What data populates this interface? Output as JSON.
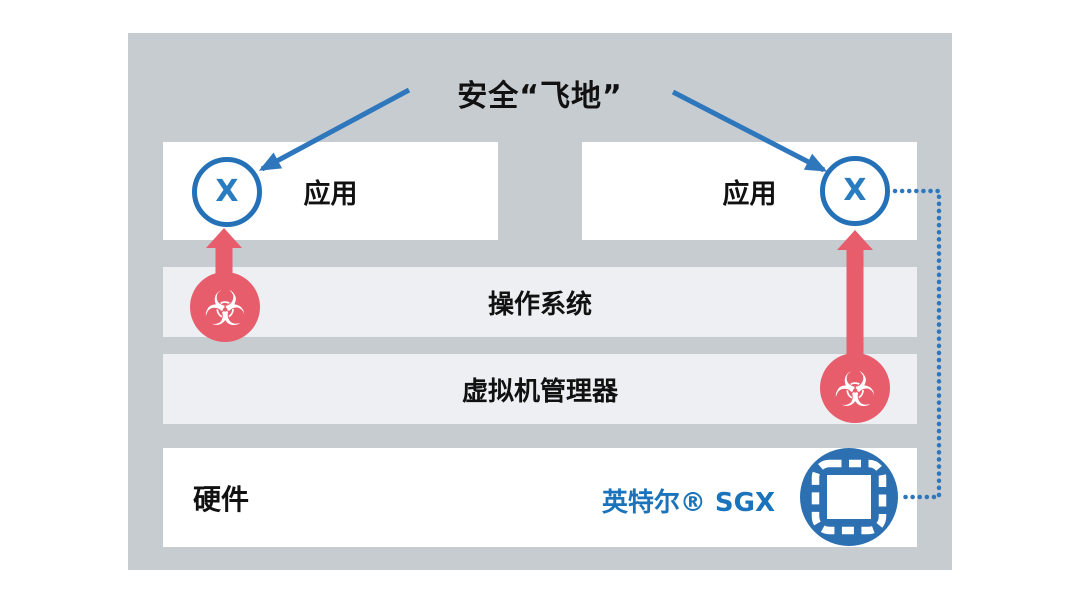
{
  "diagram": {
    "title": "安全“飞地”",
    "enclave_mark": "X",
    "apps": {
      "left_label": "应用",
      "right_label": "应用"
    },
    "layers": {
      "os": "操作系统",
      "hypervisor": "虚拟机管理器",
      "hardware": "硬件"
    },
    "sgx_label": "英特尔® SGX",
    "icons": {
      "biohazard_glyph": "☣",
      "left_malware": "biohazard-icon",
      "right_malware": "biohazard-icon",
      "chip": "cpu-chip-icon"
    },
    "colors": {
      "container_gray": "#c7ccd1",
      "layer_fill": "#edeff2",
      "box_fill": "#ffffff",
      "accent_blue": "#2f77bd",
      "circle_border_blue": "#2471b8",
      "sgx_circle_blue": "#2d70b2",
      "sgx_text_blue": "#1b74bb",
      "malware_red": "#e85d6c",
      "title_black": "#111111"
    }
  }
}
